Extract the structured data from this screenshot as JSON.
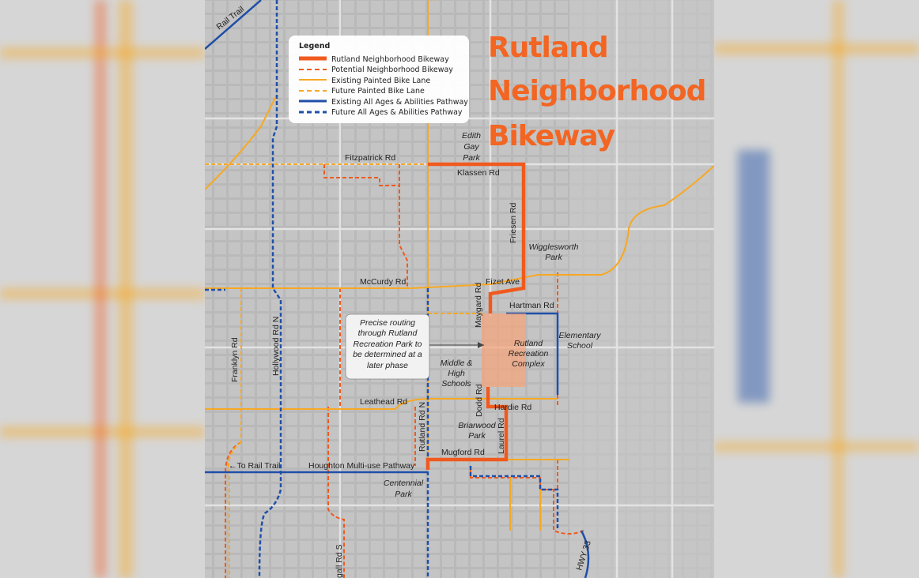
{
  "colors": {
    "bikeway": "#f05a1e",
    "potential": "#f05a1e",
    "painted": "#f7a823",
    "pathway": "#1f4fa8",
    "map_bg": "#bdbdbd"
  },
  "title": {
    "line1": "Rutland",
    "line2": "Neighborhood",
    "line3": "Bikeway"
  },
  "legend": {
    "heading": "Legend",
    "items": [
      {
        "label": "Rutland Neighborhood Bikeway",
        "style": "thick-solid-orange"
      },
      {
        "label": "Potential Neighborhood Bikeway",
        "style": "dashed-red-orange"
      },
      {
        "label": "Existing Painted Bike Lane",
        "style": "solid-yellow-orange"
      },
      {
        "label": "Future Painted Bike Lane",
        "style": "dashed-yellow-orange"
      },
      {
        "label": "Existing All Ages & Abilities Pathway",
        "style": "solid-blue"
      },
      {
        "label": "Future All Ages & Abilities Pathway",
        "style": "dashed-blue"
      }
    ]
  },
  "note": {
    "lines": [
      "Precise routing",
      "through Rutland",
      "Recreation Park to",
      "be determined at a",
      "later phase"
    ]
  },
  "roads": {
    "rail_trail": "Rail Trail",
    "fitzpatrick": "Fitzpatrick Rd",
    "klassen": "Klassen Rd",
    "friesen": "Friesen Rd",
    "mccurdy": "McCurdy Rd",
    "fizet": "Fizet Ave",
    "maygard": "Maygard Rd",
    "hartman": "Hartman Rd",
    "franklyn": "Franklyn Rd",
    "hollywood": "Hollywood Rd N",
    "leathead": "Leathead Rd",
    "dodd": "Dodd Rd",
    "hardie": "Hardie Rd",
    "laurel": "Laurel Rd",
    "mugford": "Mugford Rd",
    "rutland_n": "Rutland Rd N",
    "houghton": "Houghton Multi-use Pathway",
    "to_rail_trail": "←To Rail Trail",
    "gall_s": "gall Rd S",
    "hwy33": "HWY 33"
  },
  "places": {
    "edith_gay": [
      "Edith",
      "Gay",
      "Park"
    ],
    "wigglesworth": [
      "Wigglesworth",
      "Park"
    ],
    "elementary": [
      "Elementary",
      "School"
    ],
    "rec_complex": [
      "Rutland",
      "Recreation",
      "Complex"
    ],
    "middle_high": [
      "Middle &",
      "High",
      "Schools"
    ],
    "briarwood": [
      "Briarwood",
      "Park"
    ],
    "centennial": [
      "Centennial",
      "Park"
    ]
  }
}
